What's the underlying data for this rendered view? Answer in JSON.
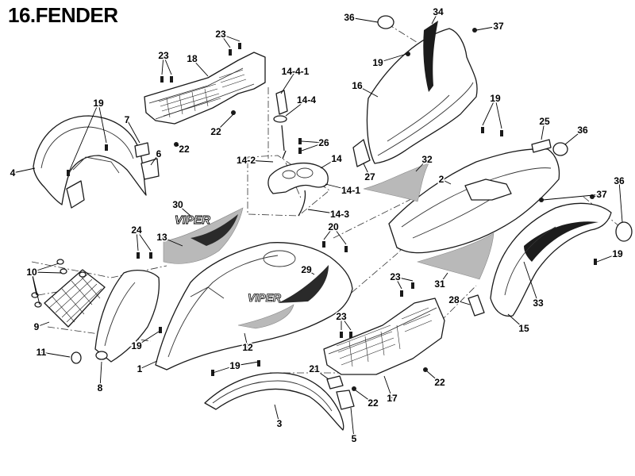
{
  "diagram": {
    "title": "16.FENDER",
    "decal_text": "VIPER",
    "labels": [
      {
        "id": "l1",
        "text": "1"
      },
      {
        "id": "l2",
        "text": "2"
      },
      {
        "id": "l3",
        "text": "3"
      },
      {
        "id": "l4",
        "text": "4"
      },
      {
        "id": "l5",
        "text": "5"
      },
      {
        "id": "l6",
        "text": "6"
      },
      {
        "id": "l7",
        "text": "7"
      },
      {
        "id": "l8",
        "text": "8"
      },
      {
        "id": "l9",
        "text": "9"
      },
      {
        "id": "l10",
        "text": "10"
      },
      {
        "id": "l11",
        "text": "11"
      },
      {
        "id": "l12",
        "text": "12"
      },
      {
        "id": "l13",
        "text": "13"
      },
      {
        "id": "l14",
        "text": "14"
      },
      {
        "id": "l14_1",
        "text": "14-1"
      },
      {
        "id": "l14_2",
        "text": "14-2"
      },
      {
        "id": "l14_3",
        "text": "14-3"
      },
      {
        "id": "l14_4",
        "text": "14-4"
      },
      {
        "id": "l14_4_1",
        "text": "14-4-1"
      },
      {
        "id": "l15",
        "text": "15"
      },
      {
        "id": "l16",
        "text": "16"
      },
      {
        "id": "l17",
        "text": "17"
      },
      {
        "id": "l18",
        "text": "18"
      },
      {
        "id": "l19a",
        "text": "19"
      },
      {
        "id": "l19b",
        "text": "19"
      },
      {
        "id": "l19c",
        "text": "19"
      },
      {
        "id": "l19d",
        "text": "19"
      },
      {
        "id": "l19e",
        "text": "19"
      },
      {
        "id": "l19f",
        "text": "19"
      },
      {
        "id": "l20",
        "text": "20"
      },
      {
        "id": "l21",
        "text": "21"
      },
      {
        "id": "l22a",
        "text": "22"
      },
      {
        "id": "l22b",
        "text": "22"
      },
      {
        "id": "l22c",
        "text": "22"
      },
      {
        "id": "l22d",
        "text": "22"
      },
      {
        "id": "l23a",
        "text": "23"
      },
      {
        "id": "l23b",
        "text": "23"
      },
      {
        "id": "l23c",
        "text": "23"
      },
      {
        "id": "l23d",
        "text": "23"
      },
      {
        "id": "l24",
        "text": "24"
      },
      {
        "id": "l25",
        "text": "25"
      },
      {
        "id": "l26",
        "text": "26"
      },
      {
        "id": "l27",
        "text": "27"
      },
      {
        "id": "l28",
        "text": "28"
      },
      {
        "id": "l29",
        "text": "29"
      },
      {
        "id": "l30",
        "text": "30"
      },
      {
        "id": "l31",
        "text": "31"
      },
      {
        "id": "l32",
        "text": "32"
      },
      {
        "id": "l33",
        "text": "33"
      },
      {
        "id": "l34",
        "text": "34"
      },
      {
        "id": "l36a",
        "text": "36"
      },
      {
        "id": "l36b",
        "text": "36"
      },
      {
        "id": "l36c",
        "text": "36"
      },
      {
        "id": "l37a",
        "text": "37"
      },
      {
        "id": "l37b",
        "text": "37"
      }
    ]
  }
}
